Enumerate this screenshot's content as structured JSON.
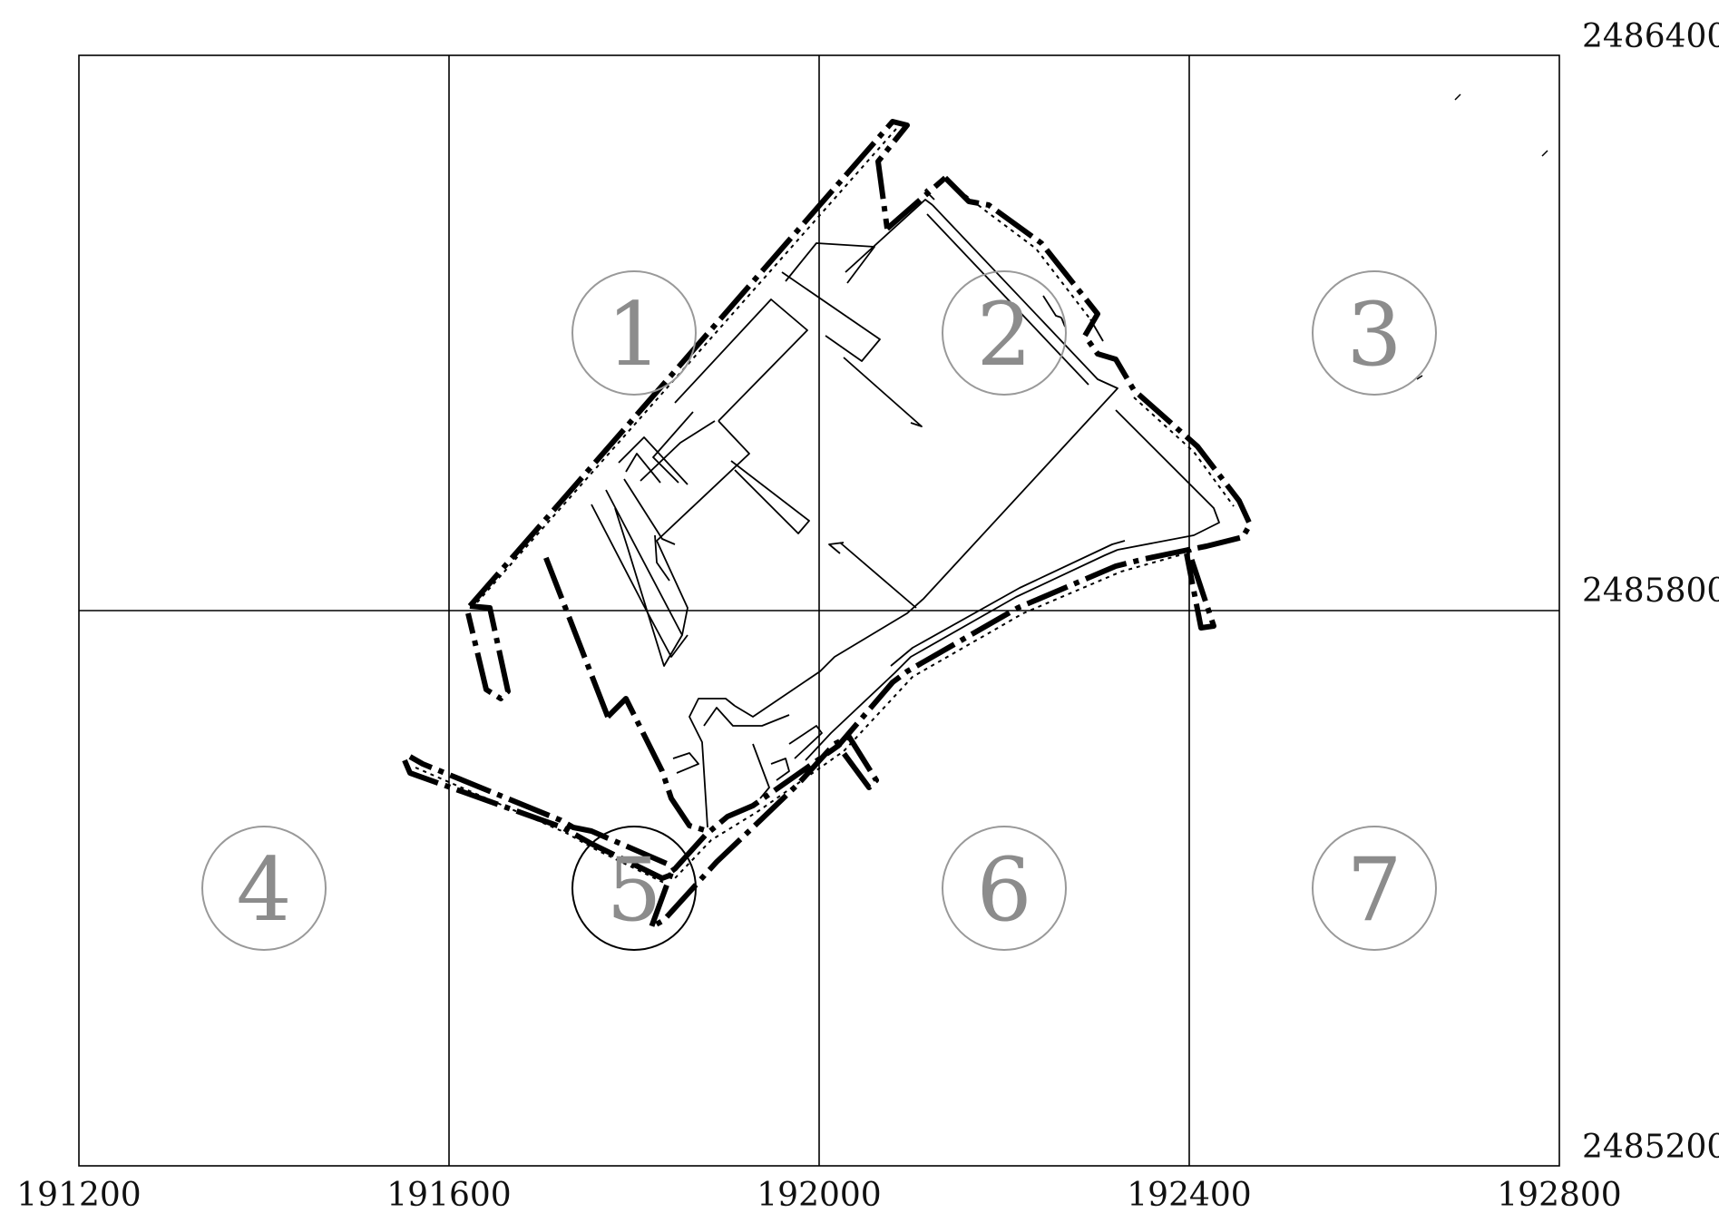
{
  "grid": {
    "x_labels": [
      "191200",
      "191600",
      "192000",
      "192400",
      "192800"
    ],
    "y_labels": [
      "2486400",
      "2485800",
      "2485200"
    ]
  },
  "sheets": [
    {
      "label": "1",
      "highlighted": false
    },
    {
      "label": "2",
      "highlighted": false
    },
    {
      "label": "3",
      "highlighted": false
    },
    {
      "label": "4",
      "highlighted": false
    },
    {
      "label": "5",
      "highlighted": true
    },
    {
      "label": "6",
      "highlighted": false
    },
    {
      "label": "7",
      "highlighted": false
    }
  ],
  "colors": {
    "grid_line": "#000000",
    "sheet_circle": "#999999",
    "sheet_circle_highlight": "#000000",
    "sheet_number": "#8c8c8c",
    "boundary": "#000000"
  }
}
